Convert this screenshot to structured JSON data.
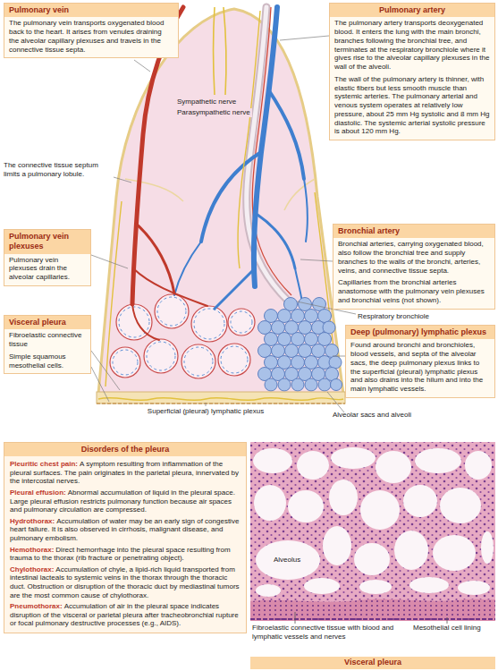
{
  "diagram": {
    "nodes": [
      {
        "text": [
          "Pulmonary vein",
          "The pulmonary vein transports oxygenated blood back to the heart. It arises from venules draining the alveolar capillary plexuses and travels in the connective tissue septa."
        ]
      },
      {
        "text": [
          "Pulmonary artery",
          "The pulmonary artery transports deoxygenated blood. It enters the lung with the main bronchi, branches following the bronchial tree, and terminates at the respiratory bronchiole where it gives rise to the alveolar capillary plexuses in the wall of the alveoli.",
          "The wall of the pulmonary artery is thinner, with elastic fibers but less smooth muscle than systemic arteries. The pulmonary arterial and venous system operates at relatively low pressure, about 25 mm Hg systolic and 8 mm Hg diastolic. The systemic arterial systolic pressure is about 120 mm Hg."
        ]
      },
      {
        "text": [
          "Pulmonary vein plexuses",
          "Pulmonary vein plexuses drain the alveolar capillaries."
        ]
      },
      {
        "text": [
          "Bronchial artery",
          "Bronchial arteries, carrying oxygenated blood, also follow the bronchial tree and supply branches to the walls of the bronchi, arteries, veins, and connective tissue septa.",
          "Capillaries from the bronchial arteries anastomose with the pulmonary vein plexuses and bronchial veins (not shown)."
        ]
      },
      {
        "text": [
          "Visceral pleura",
          "Fibroelastic connective tissue",
          "Simple squamous mesothelial cells."
        ]
      },
      {
        "text": [
          "Deep (pulmonary) lymphatic plexus",
          "Found around bronchi and bronchioles, blood vessels, and septa of the alveolar sacs, the deep pulmonary plexus links to the superficial (pleural) lymphatic plexus and also drains into the hilum and into the main lymphatic vessels."
        ]
      },
      {
        "text": [
          "Disorders of the pleura",
          "Pleuritic chest pain:",
          "A symptom resulting from inflammation of the pleural surfaces. The pain originates in the parietal pleura, innervated by the intercostal nerves.",
          "Pleural effusion:",
          "Abnormal accumulation of liquid in the pleural space. Large pleural effusion restricts pulmonary function because air spaces and pulmonary circulation are compressed.",
          "Hydrothorax:",
          "Accumulation of water may be an early sign of congestive heart failure. It is also observed in cirrhosis, malignant disease, and pulmonary embolism.",
          "Hemothorax:",
          "Direct hemorrhage into the pleural space resulting from trauma to the thorax (rib fracture or penetrating object).",
          "Chylothorax:",
          "Accumulation of chyle, a lipid-rich liquid transported from intestinal lacteals to systemic veins in the thorax through the thoracic duct. Obstruction or disruption of the thoracic duct by mediastinal tumors are the most common cause of chylothorax.",
          "Pneumothorax:",
          "Accumulation of air in the pleural space indicates disruption of the visceral or parietal pleura after tracheobronchial rupture or focal pulmonary destructive processes (e.g., AIDS)."
        ]
      }
    ],
    "labels": [
      "Sympathetic nerve",
      "Parasympathetic nerve",
      "The connective tissue septum limits a pulmonary lobule.",
      "Respiratory bronchiole",
      "Superficial (pleural) lymphatic plexus",
      "Alveolar sacs and alveoli",
      "Alveolus",
      "Fibroelastic connective tissue with blood and lymphatic vessels and nerves",
      "Mesothelial cell lining",
      "Visceral pleura"
    ]
  }
}
